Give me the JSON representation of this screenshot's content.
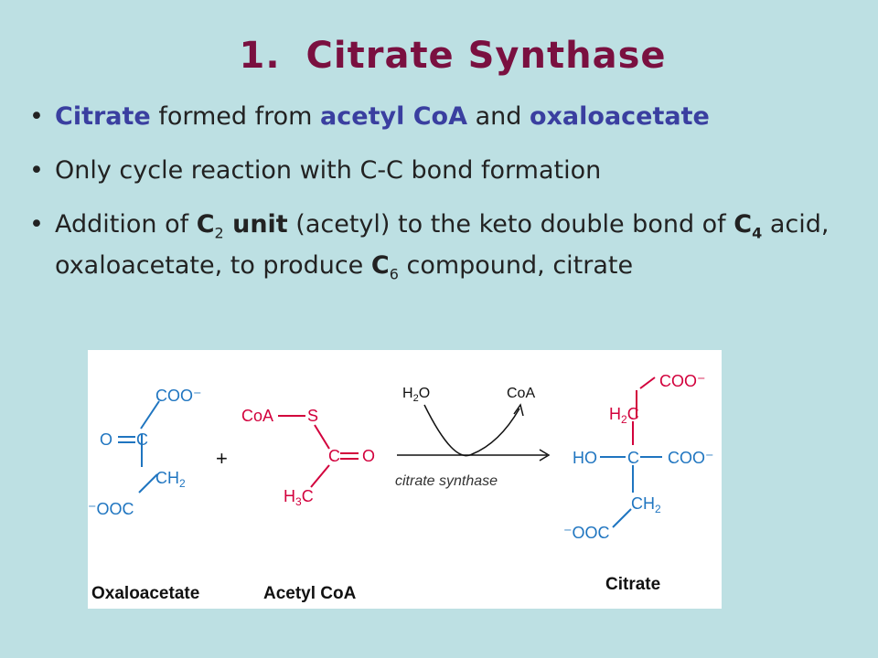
{
  "slide": {
    "title_number": "1.",
    "title_text": "Citrate Synthase"
  },
  "bullets": {
    "b1": {
      "bullet": "•",
      "t1": "Citrate",
      "t2": " formed from ",
      "t3": "acetyl CoA",
      "t4": " and ",
      "t5": "oxaloacetate"
    },
    "b2": {
      "bullet": "•",
      "t1": "Only cycle reaction with C-C bond formation"
    },
    "b3": {
      "bullet": "•",
      "t1": "Addition of ",
      "t2": "C",
      "t2_sub": "2",
      "t3": " unit",
      "t4": " (acetyl) to the keto double bond of ",
      "t5": "C",
      "t5_sub": "4",
      "t6": " acid, oxaloacetate, to produce ",
      "t7": "C",
      "t7_sub": "6",
      "t8": " compound, citrate"
    }
  },
  "figure": {
    "oxaloacetate": {
      "coo_top": "COO⁻",
      "o": "O",
      "c": "C",
      "ch": "CH",
      "ch_sub": "2",
      "ooc_bottom": "⁻OOC",
      "name": "Oxaloacetate"
    },
    "plus": "+",
    "acetyl_coa": {
      "coa": "CoA",
      "s": "S",
      "c": "C",
      "o": "O",
      "h3c_h": "H",
      "h3c_sub": "3",
      "h3c_c": "C",
      "name": "Acetyl CoA"
    },
    "arrow": {
      "h2o_h": "H",
      "h2o_sub": "2",
      "h2o_o": "O",
      "coa": "CoA",
      "enzyme": "citrate synthase"
    },
    "citrate": {
      "coo_top": "COO⁻",
      "h2c_h": "H",
      "h2c_sub": "2",
      "h2c_c": "C",
      "ho": "HO",
      "c": "C",
      "coo_right": "COO⁻",
      "ch": "CH",
      "ch_sub": "2",
      "ooc_bottom": "⁻OOC",
      "name": "Citrate"
    }
  },
  "colors": {
    "background": "#bde0e3",
    "title": "#7a1040",
    "highlight": "#3a3fa0",
    "structure_blue": "#1f75c0",
    "structure_red": "#d2003c"
  }
}
